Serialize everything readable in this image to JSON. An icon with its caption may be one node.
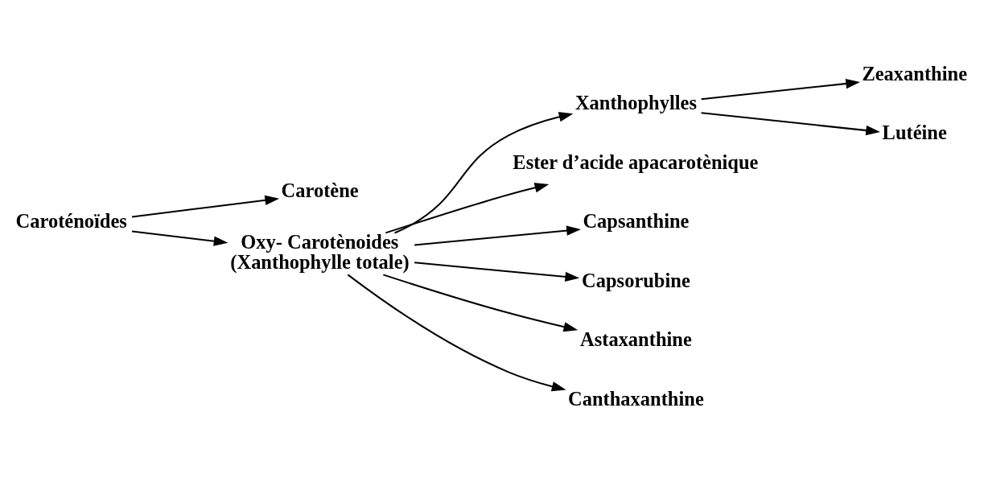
{
  "diagram": {
    "nodes": [
      {
        "text": [
          "Caroténoïdes"
        ]
      },
      {
        "text": [
          "Carotène"
        ]
      },
      {
        "text": [
          "Oxy- Carotènoides",
          "(Xanthophylle totale)"
        ]
      },
      {
        "text": [
          "Xanthophylles"
        ]
      },
      {
        "text": [
          "Ester d’acide apacarotènique"
        ]
      },
      {
        "text": [
          "Capsanthine"
        ]
      },
      {
        "text": [
          "Capsorubine"
        ]
      },
      {
        "text": [
          "Astaxanthine"
        ]
      },
      {
        "text": [
          "Canthaxanthine"
        ]
      },
      {
        "text": [
          "Zeaxanthine"
        ]
      },
      {
        "text": [
          "Lutéine"
        ]
      }
    ],
    "edges": [
      {
        "from": 0,
        "to": 1,
        "arrow": "to"
      },
      {
        "from": 0,
        "to": 2,
        "arrow": "to"
      },
      {
        "from": 2,
        "to": 3,
        "arrow": "to"
      },
      {
        "from": 2,
        "to": 4,
        "arrow": "to"
      },
      {
        "from": 2,
        "to": 5,
        "arrow": "to"
      },
      {
        "from": 2,
        "to": 6,
        "arrow": "to"
      },
      {
        "from": 2,
        "to": 7,
        "arrow": "to"
      },
      {
        "from": 2,
        "to": 8,
        "arrow": "to"
      },
      {
        "from": 3,
        "to": 9,
        "arrow": "to"
      },
      {
        "from": 3,
        "to": 10,
        "arrow": "to"
      }
    ]
  }
}
